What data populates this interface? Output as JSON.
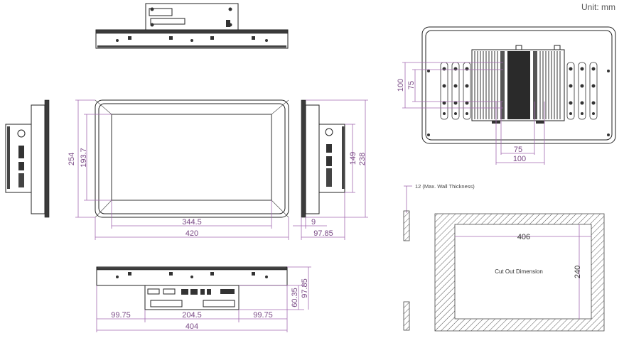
{
  "unit_label": "Unit: mm",
  "front": {
    "height": "254",
    "inner_height": "193.7",
    "inner_width": "344.5",
    "width": "420"
  },
  "side": {
    "depth": "9",
    "total_depth": "97.85",
    "height_149": "149",
    "height_238": "238"
  },
  "bottom": {
    "left_margin": "99.75",
    "center": "204.5",
    "right_margin": "99.75",
    "width": "404",
    "depth_60": "60.35",
    "depth_97": "97.85"
  },
  "rear": {
    "v100": "100",
    "v75": "75",
    "h75": "75",
    "h100": "100"
  },
  "cutout": {
    "wall_note": "12 (Max. Wall Thickness)",
    "width": "406",
    "height": "240",
    "label": "Cut Out Dimension"
  }
}
